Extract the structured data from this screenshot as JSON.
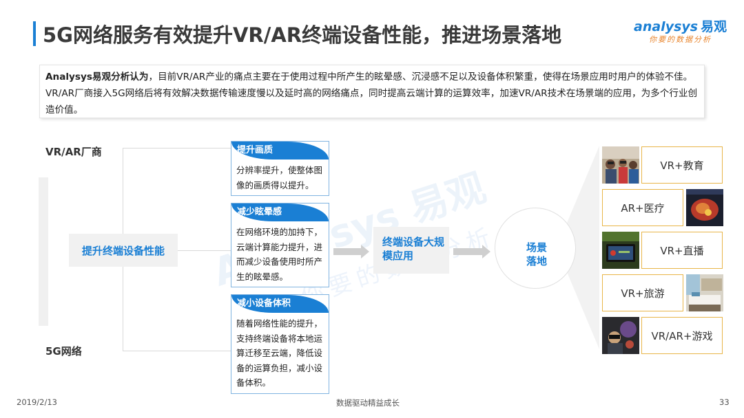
{
  "header": {
    "title": "5G网络服务有效提升VR/AR终端设备性能，推进场景落地",
    "logo_main": "nalysys",
    "logo_prefix": "a",
    "logo_cn": "易观",
    "logo_tagline": "你要的数据分析"
  },
  "summary": {
    "lead": "Analysys易观分析认为",
    "text": "，目前VR/AR产业的痛点主要在于使用过程中所产生的眩晕感、沉浸感不足以及设备体积繁重，使得在场景应用时用户的体验不佳。VR/AR厂商接入5G网络后将有效解决数据传输速度慢以及延时高的网络痛点，同时提高云端计算的运算效率，加速VR/AR技术在场景端的应用，为多个行业创造价值。"
  },
  "diagram": {
    "label_vr": "VR/AR厂商",
    "label_5g": "5G网络",
    "core": "提升终端设备性能",
    "cards": [
      {
        "title": "提升画质",
        "body": "分辨率提升，使整体图像的画质得以提升。"
      },
      {
        "title": "减少眩晕感",
        "body": "在网络环境的加持下，云端计算能力提升，进而减少设备使用时所产生的眩晕感。"
      },
      {
        "title": "减小设备体积",
        "body": "随着网络性能的提升，支持终端设备将本地运算迁移至云端，降低设备的运算负担，减小设备体积。"
      }
    ],
    "middle": "终端设备大规模应用",
    "circle": "场景落地",
    "scenes": [
      {
        "label": "VR+教育",
        "thumb": "classroom-photo"
      },
      {
        "label": "AR+医疗",
        "thumb": "medical-ar-photo"
      },
      {
        "label": "VR+直播",
        "thumb": "live-stream-photo"
      },
      {
        "label": "VR+旅游",
        "thumb": "hotel-room-photo"
      },
      {
        "label": "VR/AR+游戏",
        "thumb": "gaming-photo"
      }
    ]
  },
  "watermark": {
    "main": "Analysys 易观",
    "sub": "你要的数据分析"
  },
  "footer": {
    "date": "2019/2/13",
    "slogan": "数据驱动精益成长",
    "page": "33"
  }
}
